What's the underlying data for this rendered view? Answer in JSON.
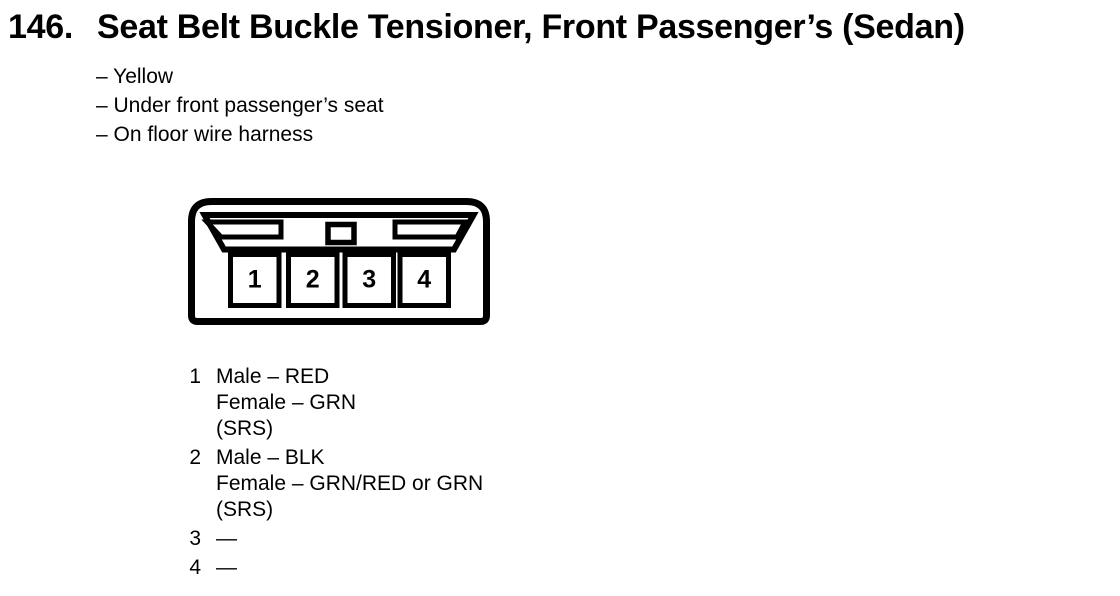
{
  "page": {
    "title_number": "146.",
    "title": "Seat Belt Buckle Tensioner, Front Passenger’s (Sedan)",
    "notes": [
      "– Yellow",
      "– Under front passenger’s seat",
      "– On floor wire harness"
    ]
  },
  "connector": {
    "cavity_labels": [
      "1",
      "2",
      "3",
      "4"
    ]
  },
  "pinout": [
    {
      "pin": "1",
      "lines": [
        "Male – RED",
        "Female – GRN",
        "(SRS)"
      ]
    },
    {
      "pin": "2",
      "lines": [
        "Male – BLK",
        "Female – GRN/RED or GRN",
        "(SRS)"
      ]
    },
    {
      "pin": "3",
      "lines": [
        "—"
      ]
    },
    {
      "pin": "4",
      "lines": [
        "—"
      ]
    }
  ],
  "colors": {
    "ink": "#000000",
    "paper": "#ffffff"
  }
}
